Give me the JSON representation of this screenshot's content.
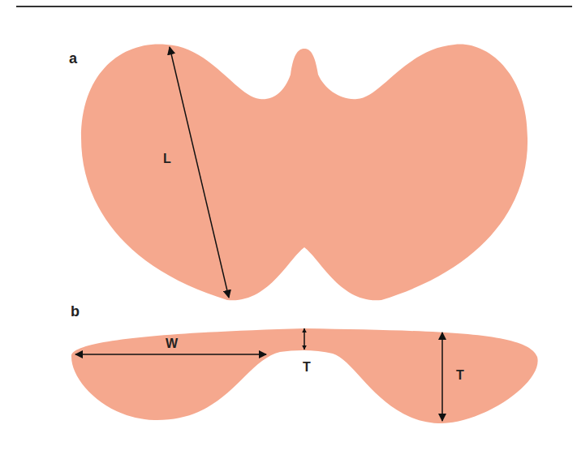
{
  "diagram": {
    "labels": [
      "a",
      "L",
      "b",
      "W",
      "T",
      "T"
    ]
  }
}
